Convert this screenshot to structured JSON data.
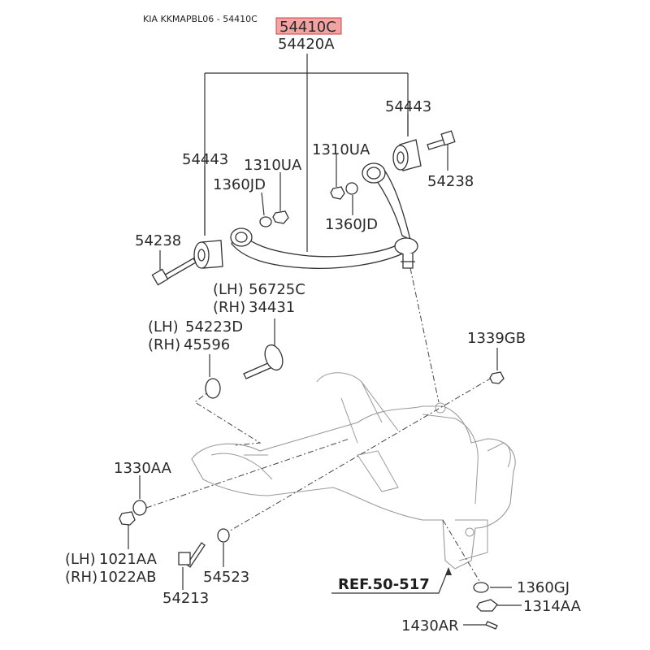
{
  "header": {
    "caption": "KIA KKMAPBL06 - 54410C"
  },
  "colors": {
    "highlight_fill": "#f4a3a3",
    "highlight_border": "#d04040",
    "line": "#333333"
  },
  "sides": {
    "lh": "(LH)",
    "rh": "(RH)"
  },
  "parts": {
    "highlighted": "54410C",
    "upper_arm_alt": "54420A",
    "bushing": "54443",
    "nut_upper": "1310UA",
    "washer_upper": "1360JD",
    "bolt_upper": "54238",
    "cam_bolt_lh": "56725C",
    "cam_bolt_rh": "34431",
    "cam_washer_lh": "54223D",
    "cam_washer_rh": "45596",
    "nut_1339": "1339GB",
    "washer_1330": "1330AA",
    "nut_lh": "1021AA",
    "nut_rh": "1022AB",
    "washer_54523": "54523",
    "bolt_54213": "54213",
    "reference": "REF.50-517",
    "washer_1360GJ": "1360GJ",
    "nut_1314AA": "1314AA",
    "pin_1430AR": "1430AR"
  }
}
